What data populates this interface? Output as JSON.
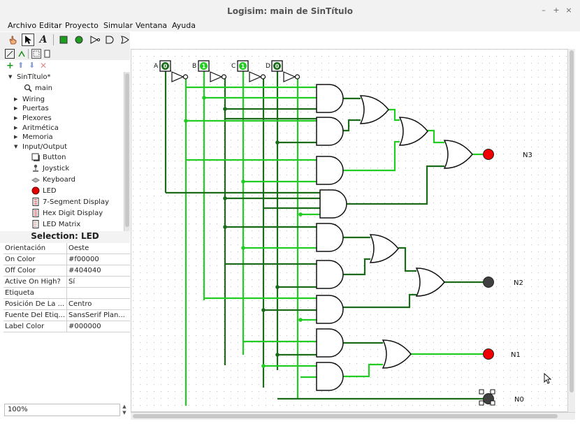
{
  "window": {
    "title": "Logisim: main de SinTítulo",
    "buttons": [
      "–",
      "+",
      "×"
    ]
  },
  "menu": [
    "Archivo",
    "Editar",
    "Proyecto",
    "Simular",
    "Ventana",
    "Ayuda"
  ],
  "toolbar": {
    "tools": [
      "hand-poke-icon",
      "select-arrow-icon",
      "text-tool-icon",
      "input-pin-icon",
      "output-pin-icon",
      "not-gate-icon",
      "and-gate-icon",
      "or-gate-icon"
    ]
  },
  "explorer": {
    "project": "SinTítulo*",
    "circuit": "main",
    "folders": [
      "Wiring",
      "Puertas",
      "Plexores",
      "Aritmética",
      "Memoria",
      "Input/Output"
    ],
    "io_items": [
      "Button",
      "Joystick",
      "Keyboard",
      "LED",
      "7-Segment Display",
      "Hex Digit Display",
      "LED Matrix"
    ]
  },
  "selection": {
    "title": "Selection: LED"
  },
  "attributes": [
    {
      "key": "Orientación",
      "value": "Oeste"
    },
    {
      "key": "On Color",
      "value": "#f00000"
    },
    {
      "key": "Off Color",
      "value": "#404040"
    },
    {
      "key": "Active On High?",
      "value": "Sí"
    },
    {
      "key": "Etiqueta",
      "value": ""
    },
    {
      "key": "Posición De La ...",
      "value": "Centro"
    },
    {
      "key": "Fuente Del Etiq...",
      "value": "SansSerif Plan..."
    },
    {
      "key": "Label Color",
      "value": "#000000"
    }
  ],
  "zoom": "100%",
  "circuit": {
    "inputs": [
      {
        "label": "A",
        "value": "0"
      },
      {
        "label": "B",
        "value": "1"
      },
      {
        "label": "C",
        "value": "1"
      },
      {
        "label": "D",
        "value": "0"
      }
    ],
    "outputs": [
      {
        "label": "N3",
        "state": "on"
      },
      {
        "label": "N2",
        "state": "off"
      },
      {
        "label": "N1",
        "state": "on"
      },
      {
        "label": "N0",
        "state": "off"
      }
    ],
    "colors": {
      "wire_high": "#22cc22",
      "wire_low": "#1a6b1a",
      "led_on": "#f00000",
      "led_off": "#404040"
    }
  }
}
